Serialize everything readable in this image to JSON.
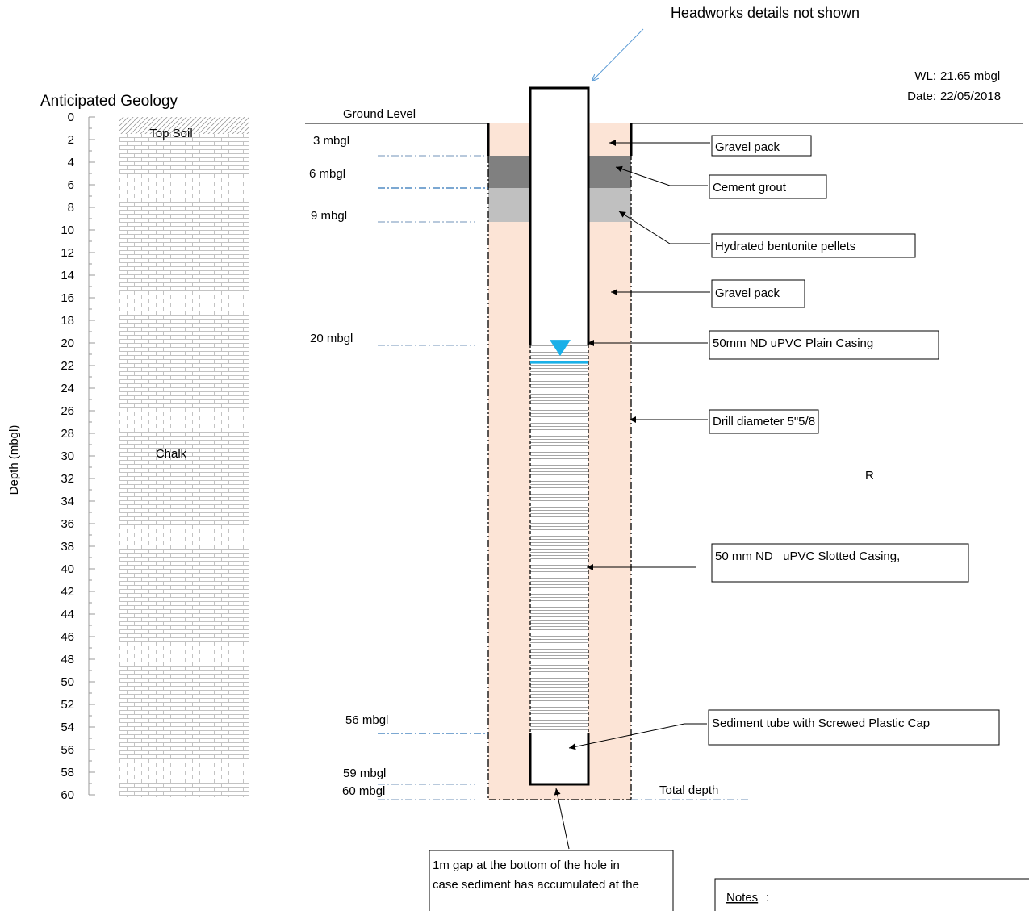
{
  "header_note": "Headworks details not shown",
  "water_level": {
    "label": "WL:",
    "value": "21.65 mbgl",
    "date_label": "Date:",
    "date": "22/05/2018",
    "depth_m": 21.65
  },
  "geology": {
    "title": "Anticipated Geology",
    "axis_label": "Depth (mbgl)",
    "depth_ticks": [
      "0",
      "2",
      "4",
      "6",
      "8",
      "10",
      "12",
      "14",
      "16",
      "18",
      "20",
      "22",
      "24",
      "26",
      "28",
      "30",
      "32",
      "34",
      "36",
      "38",
      "40",
      "42",
      "44",
      "46",
      "48",
      "50",
      "52",
      "54",
      "56",
      "58",
      "60"
    ],
    "layers": [
      {
        "name": "Top Soil",
        "from_m": 0,
        "to_m": 1.5
      },
      {
        "name": "Chalk",
        "from_m": 1.5,
        "to_m": 60
      }
    ]
  },
  "ground_level_label": "Ground Level",
  "depth_markers": [
    {
      "label": "3 mbgl",
      "depth_m": 3
    },
    {
      "label": "6 mbgl",
      "depth_m": 6
    },
    {
      "label": "9 mbgl",
      "depth_m": 9
    },
    {
      "label": "20 mbgl",
      "depth_m": 20
    },
    {
      "label": "56 mbgl",
      "depth_m": 56
    },
    {
      "label": "59 mbgl",
      "depth_m": 59
    },
    {
      "label": "60 mbgl",
      "depth_m": 60
    }
  ],
  "total_depth_label": "Total depth",
  "callouts": {
    "gravel_pack_top": "Gravel pack",
    "cement_grout": "Cement grout",
    "bentonite": "Hydrated bentonite pellets",
    "gravel_pack": "Gravel pack",
    "plain_casing": "50mm ND uPVC Plain Casing",
    "drill_diameter": "Drill diameter 5\"5/8",
    "slotted_casing": "50 mm ND   uPVC Slotted Casing,",
    "sediment_tube": "Sediment tube with Screwed Plastic Cap",
    "gap_line1": "1m gap at the bottom of the hole in",
    "gap_line2": "case sediment has accumulated at the"
  },
  "stray_letter": "R",
  "notes": {
    "title": "Notes",
    "title_suffix": ":"
  },
  "colors": {
    "gravel": "#fce4d6",
    "grout": "#808080",
    "bentonite": "#c0c0c0",
    "water": "#1ab0e8",
    "leader_blue": "#5b9bd5",
    "marker_blue": "#2e75b6"
  }
}
